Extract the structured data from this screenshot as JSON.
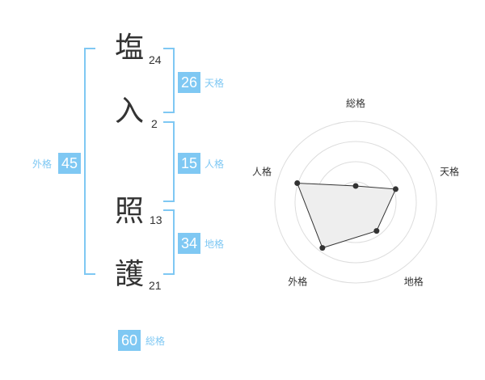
{
  "name": {
    "chars": [
      {
        "char": "塩",
        "strokes": "24"
      },
      {
        "char": "入",
        "strokes": "2"
      },
      {
        "char": "照",
        "strokes": "13"
      },
      {
        "char": "護",
        "strokes": "21"
      }
    ]
  },
  "fortunes": {
    "tenkaku": {
      "value": "26",
      "label": "天格"
    },
    "jinkaku": {
      "value": "15",
      "label": "人格"
    },
    "chikaku": {
      "value": "34",
      "label": "地格"
    },
    "gaikaku": {
      "value": "45",
      "label": "外格"
    },
    "soukaku": {
      "value": "60",
      "label": "総格"
    }
  },
  "colors": {
    "accent": "#7fc8f3",
    "text": "#333333",
    "radar_fill": "#eeeeee",
    "ring": "#dddddd"
  },
  "chart_data": {
    "type": "radar",
    "axes": [
      "総格",
      "天格",
      "地格",
      "外格",
      "人格"
    ],
    "values": [
      1,
      2.6,
      2.2,
      3.5,
      3.8
    ],
    "range": [
      0,
      5
    ],
    "rings": 4
  }
}
